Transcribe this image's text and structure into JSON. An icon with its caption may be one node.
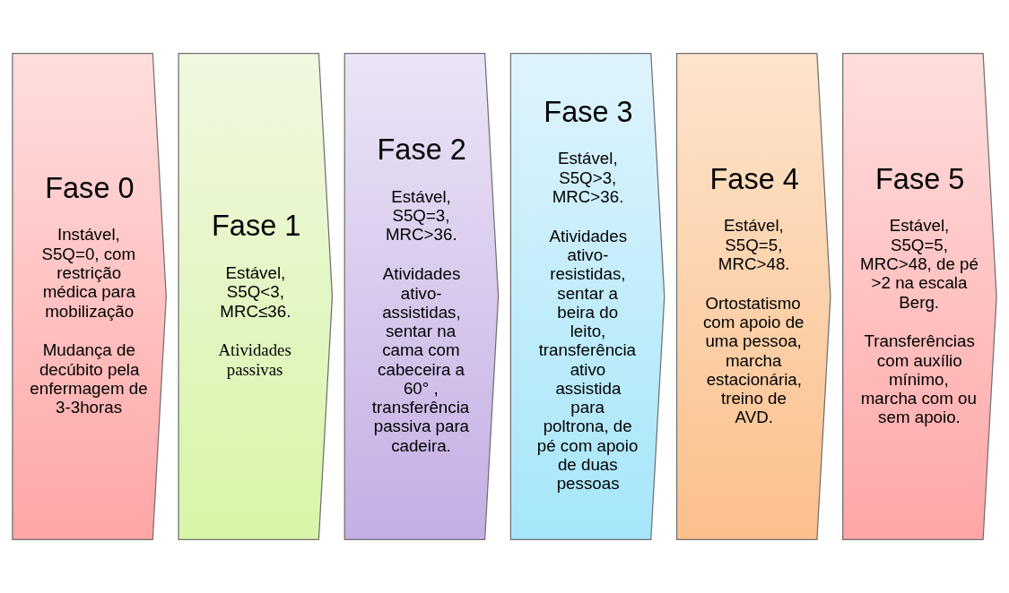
{
  "diagram": {
    "nodes": [
      {
        "text": [
          "Fase 0",
          "Instável, S5Q=0, com restrição médica para mobilização",
          "Mudança de decúbito pela enfermagem de 3-3horas"
        ]
      },
      {
        "text": [
          "Fase 1",
          "Estável, S5Q<3, MRC≤36.",
          "Atividades passivas"
        ]
      },
      {
        "text": [
          "Fase 2",
          "Estável, S5Q=3, MRC>36.",
          "Atividades ativo-assistidas, sentar na cama com cabeceira a 60° , transferência passiva para cadeira."
        ]
      },
      {
        "text": [
          "Fase 3",
          "Estável, S5Q>3, MRC>36.",
          "Atividades ativo-resistidas, sentar a beira do leito, transferência ativo assistida para poltrona, de pé com apoio de duas pessoas"
        ]
      },
      {
        "text": [
          "Fase 4",
          "Estável, S5Q=5, MRC>48.",
          "Ortostatismo com apoio de uma pessoa, marcha estacionária, treino de AVD."
        ]
      },
      {
        "text": [
          "Fase 5",
          "Estável, S5Q=5, MRC>48, de pé >2 na escala Berg.",
          "Transferências com auxílio mínimo, marcha com ou sem apoio."
        ]
      }
    ],
    "edges": []
  }
}
